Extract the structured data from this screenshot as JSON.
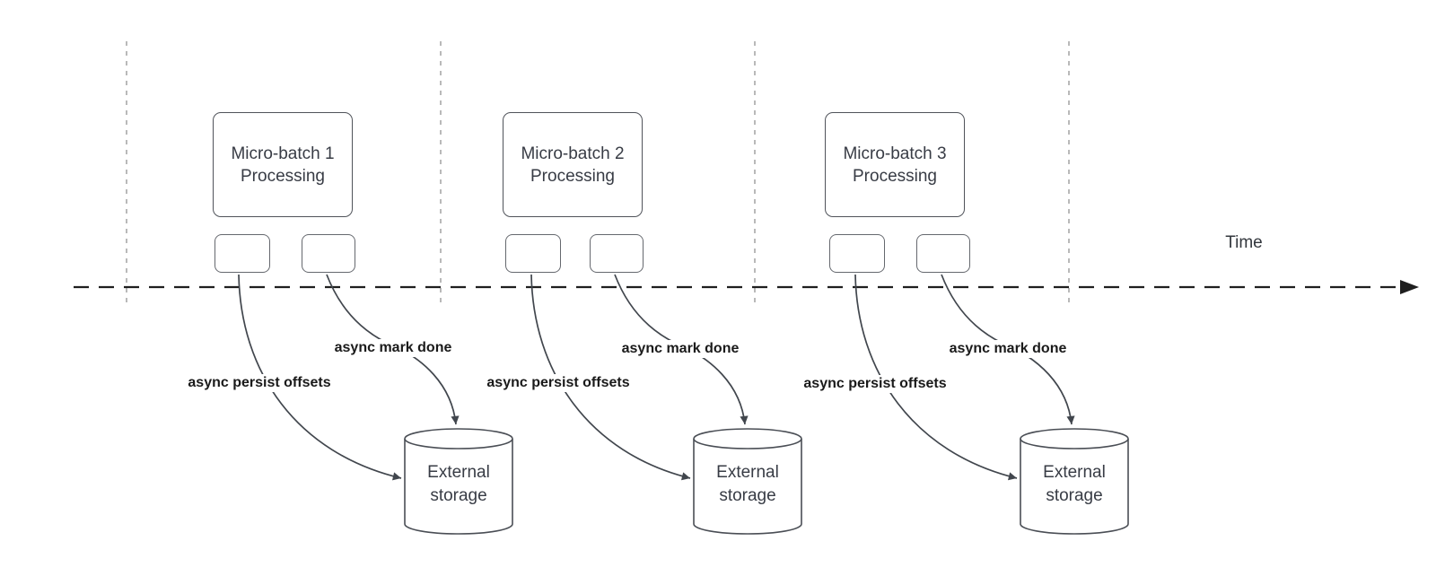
{
  "timeline": {
    "label": "Time"
  },
  "groups": [
    {
      "title": "Micro-batch 1 Processing",
      "persist_label": "async persist offsets",
      "mark_label": "async mark done",
      "storage_label": "External storage"
    },
    {
      "title": "Micro-batch 2 Processing",
      "persist_label": "async persist offsets",
      "mark_label": "async mark done",
      "storage_label": "External storage"
    },
    {
      "title": "Micro-batch 3 Processing",
      "persist_label": "async persist offsets",
      "mark_label": "async mark done",
      "storage_label": "External storage"
    }
  ],
  "colors": {
    "box_border": "#50535a",
    "task_border": "#65686e",
    "arrow_stroke": "#41464d",
    "axis_stroke": "#1f1f1f",
    "gridline_stroke": "#adadad",
    "text": "#383c45"
  }
}
